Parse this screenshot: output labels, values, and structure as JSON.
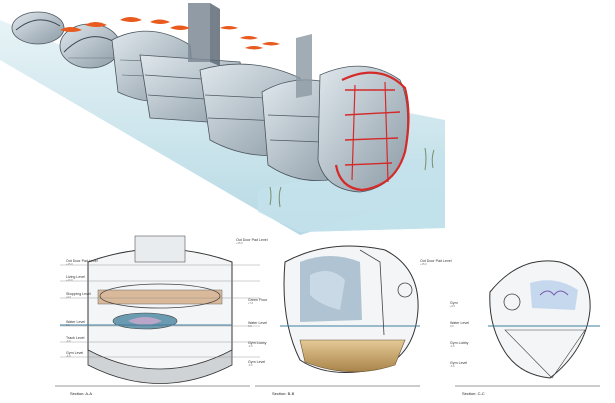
{
  "sections": [
    {
      "id": "A",
      "title": "Section: A-A",
      "levels": [
        {
          "label": "Out Door Pad Level",
          "sub": "+15.0"
        },
        {
          "label": "Living Level",
          "sub": "+10.0"
        },
        {
          "label": "Shopping Level",
          "sub": "+6.0"
        },
        {
          "label": "Water Level",
          "sub": "0.0"
        },
        {
          "label": "Track Level",
          "sub": "-3.0"
        },
        {
          "label": "Gym Level",
          "sub": "-6.0"
        }
      ]
    },
    {
      "id": "B",
      "title": "Section: B-B",
      "levels": [
        {
          "label": "Out Door Pad Level",
          "sub": "+15.0"
        },
        {
          "label": "Green Floor",
          "sub": "+7.0"
        },
        {
          "label": "Water Level",
          "sub": "0.0"
        },
        {
          "label": "Gym Lobby",
          "sub": "-3.0"
        },
        {
          "label": "Gym Level",
          "sub": "-6.0"
        }
      ]
    },
    {
      "id": "C",
      "title": "Section: C-C",
      "levels": [
        {
          "label": "Out Door Pad Level",
          "sub": "+15.0"
        },
        {
          "label": "Gym",
          "sub": "+6.0"
        },
        {
          "label": "Water Level",
          "sub": "0.0"
        },
        {
          "label": "Gym Lobby",
          "sub": "-3.0"
        },
        {
          "label": "Gym Level",
          "sub": "-6.0"
        }
      ]
    }
  ],
  "colors": {
    "water": "#cfe6ee",
    "water_deep": "#9fc9d8",
    "glass": "#b9c6cf",
    "structure": "#56606a",
    "red_frame": "#d42a2a",
    "orange_fins": "#e85a1e",
    "sand": "#c9a66b"
  }
}
